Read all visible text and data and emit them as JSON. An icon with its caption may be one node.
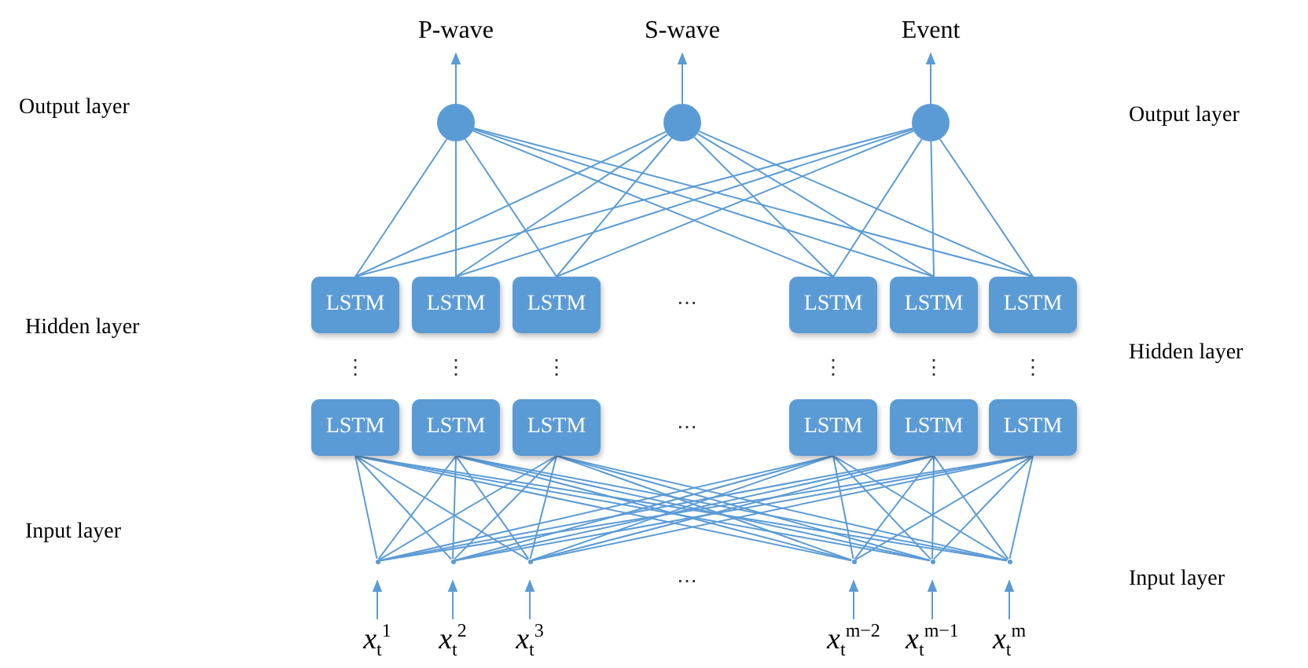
{
  "diagram": {
    "nodes": [
      {
        "text": [
          "P-wave"
        ]
      },
      {
        "text": [
          "S-wave"
        ]
      },
      {
        "text": [
          "Event"
        ]
      },
      {
        "text": [],
        "shape": "circle"
      },
      {
        "text": [],
        "shape": "circle"
      },
      {
        "text": [],
        "shape": "circle"
      },
      {
        "text": [
          "LSTM"
        ]
      },
      {
        "text": [
          "LSTM"
        ]
      },
      {
        "text": [
          "LSTM"
        ]
      },
      {
        "text": [
          "LSTM"
        ]
      },
      {
        "text": [
          "LSTM"
        ]
      },
      {
        "text": [
          "LSTM"
        ]
      },
      {
        "text": [
          "LSTM"
        ]
      },
      {
        "text": [
          "LSTM"
        ]
      },
      {
        "text": [
          "LSTM"
        ]
      },
      {
        "text": [
          "LSTM"
        ]
      },
      {
        "text": [
          "LSTM"
        ]
      },
      {
        "text": [
          "LSTM"
        ]
      },
      {
        "text": [],
        "shape": "point"
      },
      {
        "text": [],
        "shape": "point"
      },
      {
        "text": [],
        "shape": "point"
      },
      {
        "text": [],
        "shape": "point"
      },
      {
        "text": [],
        "shape": "point"
      },
      {
        "text": [],
        "shape": "point"
      },
      {
        "text": [
          "*x*$_{t}$$^{1}$"
        ]
      },
      {
        "text": [
          "*x*$_{t}$$^{2}$"
        ]
      },
      {
        "text": [
          "*x*$_{t}$$^{3}$"
        ]
      },
      {
        "text": [
          "*x*$_{t}$$^{m−2}$"
        ]
      },
      {
        "text": [
          "*x*$_{t}$$^{m−1}$"
        ]
      },
      {
        "text": [
          "*x*$_{t}$$^{m}$"
        ]
      }
    ],
    "edges": [
      {
        "from": 3,
        "to": 0,
        "arrow": "to"
      },
      {
        "from": 4,
        "to": 1,
        "arrow": "to"
      },
      {
        "from": 5,
        "to": 2,
        "arrow": "to"
      },
      {
        "from": 6,
        "to": 3,
        "arrow": "none"
      },
      {
        "from": 6,
        "to": 4,
        "arrow": "none"
      },
      {
        "from": 6,
        "to": 5,
        "arrow": "none"
      },
      {
        "from": 7,
        "to": 3,
        "arrow": "none"
      },
      {
        "from": 7,
        "to": 4,
        "arrow": "none"
      },
      {
        "from": 7,
        "to": 5,
        "arrow": "none"
      },
      {
        "from": 8,
        "to": 3,
        "arrow": "none"
      },
      {
        "from": 8,
        "to": 4,
        "arrow": "none"
      },
      {
        "from": 8,
        "to": 5,
        "arrow": "none"
      },
      {
        "from": 9,
        "to": 3,
        "arrow": "none"
      },
      {
        "from": 9,
        "to": 4,
        "arrow": "none"
      },
      {
        "from": 9,
        "to": 5,
        "arrow": "none"
      },
      {
        "from": 10,
        "to": 3,
        "arrow": "none"
      },
      {
        "from": 10,
        "to": 4,
        "arrow": "none"
      },
      {
        "from": 10,
        "to": 5,
        "arrow": "none"
      },
      {
        "from": 11,
        "to": 3,
        "arrow": "none"
      },
      {
        "from": 11,
        "to": 4,
        "arrow": "none"
      },
      {
        "from": 11,
        "to": 5,
        "arrow": "none"
      },
      {
        "from": 18,
        "to": 12,
        "arrow": "none"
      },
      {
        "from": 18,
        "to": 13,
        "arrow": "none"
      },
      {
        "from": 18,
        "to": 14,
        "arrow": "none"
      },
      {
        "from": 18,
        "to": 15,
        "arrow": "none"
      },
      {
        "from": 18,
        "to": 16,
        "arrow": "none"
      },
      {
        "from": 18,
        "to": 17,
        "arrow": "none"
      },
      {
        "from": 19,
        "to": 12,
        "arrow": "none"
      },
      {
        "from": 19,
        "to": 13,
        "arrow": "none"
      },
      {
        "from": 19,
        "to": 14,
        "arrow": "none"
      },
      {
        "from": 19,
        "to": 15,
        "arrow": "none"
      },
      {
        "from": 19,
        "to": 16,
        "arrow": "none"
      },
      {
        "from": 19,
        "to": 17,
        "arrow": "none"
      },
      {
        "from": 20,
        "to": 12,
        "arrow": "none"
      },
      {
        "from": 20,
        "to": 13,
        "arrow": "none"
      },
      {
        "from": 20,
        "to": 14,
        "arrow": "none"
      },
      {
        "from": 20,
        "to": 15,
        "arrow": "none"
      },
      {
        "from": 20,
        "to": 16,
        "arrow": "none"
      },
      {
        "from": 20,
        "to": 17,
        "arrow": "none"
      },
      {
        "from": 21,
        "to": 12,
        "arrow": "none"
      },
      {
        "from": 21,
        "to": 13,
        "arrow": "none"
      },
      {
        "from": 21,
        "to": 14,
        "arrow": "none"
      },
      {
        "from": 21,
        "to": 15,
        "arrow": "none"
      },
      {
        "from": 21,
        "to": 16,
        "arrow": "none"
      },
      {
        "from": 21,
        "to": 17,
        "arrow": "none"
      },
      {
        "from": 22,
        "to": 12,
        "arrow": "none"
      },
      {
        "from": 22,
        "to": 13,
        "arrow": "none"
      },
      {
        "from": 22,
        "to": 14,
        "arrow": "none"
      },
      {
        "from": 22,
        "to": 15,
        "arrow": "none"
      },
      {
        "from": 22,
        "to": 16,
        "arrow": "none"
      },
      {
        "from": 22,
        "to": 17,
        "arrow": "none"
      },
      {
        "from": 23,
        "to": 12,
        "arrow": "none"
      },
      {
        "from": 23,
        "to": 13,
        "arrow": "none"
      },
      {
        "from": 23,
        "to": 14,
        "arrow": "none"
      },
      {
        "from": 23,
        "to": 15,
        "arrow": "none"
      },
      {
        "from": 23,
        "to": 16,
        "arrow": "none"
      },
      {
        "from": 23,
        "to": 17,
        "arrow": "none"
      },
      {
        "from": 24,
        "to": 18,
        "arrow": "to"
      },
      {
        "from": 25,
        "to": 19,
        "arrow": "to"
      },
      {
        "from": 26,
        "to": 20,
        "arrow": "to"
      },
      {
        "from": 27,
        "to": 21,
        "arrow": "to"
      },
      {
        "from": 28,
        "to": 22,
        "arrow": "to"
      },
      {
        "from": 29,
        "to": 23,
        "arrow": "to"
      }
    ],
    "labels": [
      "Output layer",
      "Output layer",
      "⋯",
      "Hidden layer",
      "Hidden layer",
      "⋮",
      "⋮",
      "⋮",
      "⋮",
      "⋮",
      "⋮",
      "⋯",
      "Input layer",
      "⋯",
      "Input layer"
    ]
  }
}
